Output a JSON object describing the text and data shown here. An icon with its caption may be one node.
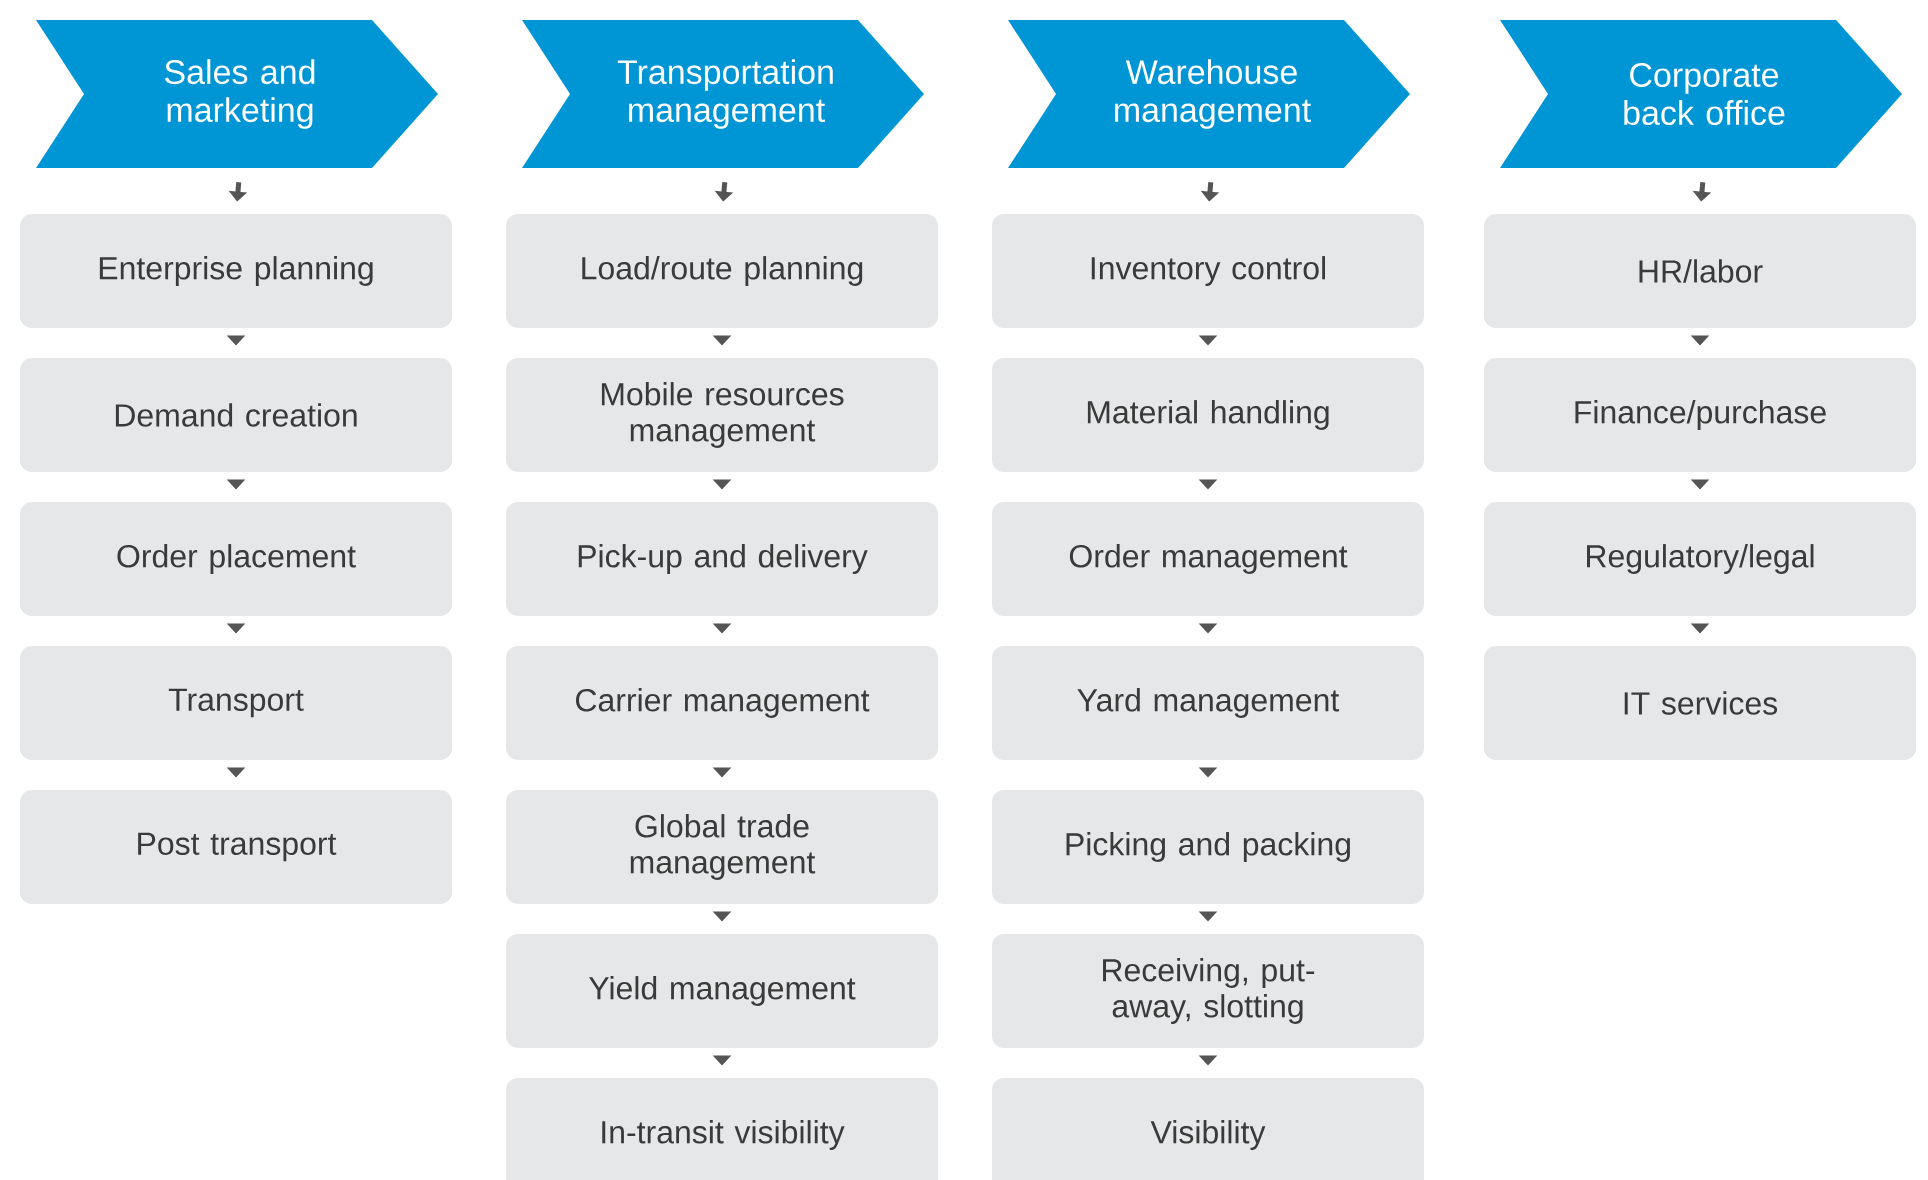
{
  "diagram": {
    "nodes": [
      {
        "text": [
          "Sales and marketing"
        ]
      },
      {
        "text": [
          "Enterprise planning"
        ]
      },
      {
        "text": [
          "Demand creation"
        ]
      },
      {
        "text": [
          "Order placement"
        ]
      },
      {
        "text": [
          "Transport"
        ]
      },
      {
        "text": [
          "Post transport"
        ]
      },
      {
        "text": [
          "Transportation management"
        ]
      },
      {
        "text": [
          "Load/route planning"
        ]
      },
      {
        "text": [
          "Mobile resources management"
        ]
      },
      {
        "text": [
          "Pick-up and delivery"
        ]
      },
      {
        "text": [
          "Carrier management"
        ]
      },
      {
        "text": [
          "Global trade management"
        ]
      },
      {
        "text": [
          "Yield management"
        ]
      },
      {
        "text": [
          "In-transit visibility"
        ]
      },
      {
        "text": [
          "Warehouse management"
        ]
      },
      {
        "text": [
          "Inventory control"
        ]
      },
      {
        "text": [
          "Material handling"
        ]
      },
      {
        "text": [
          "Order management"
        ]
      },
      {
        "text": [
          "Yard management"
        ]
      },
      {
        "text": [
          "Picking and packing"
        ]
      },
      {
        "text": [
          "Receiving, put-away, slotting"
        ]
      },
      {
        "text": [
          "Visibility"
        ]
      },
      {
        "text": [
          "Corporate back office"
        ]
      },
      {
        "text": [
          "HR/labor"
        ]
      },
      {
        "text": [
          "Finance/purchase"
        ]
      },
      {
        "text": [
          "Regulatory/legal"
        ]
      },
      {
        "text": [
          "IT services"
        ]
      }
    ],
    "edges": [
      {
        "from": 0,
        "to": 1,
        "arrow": "to"
      },
      {
        "from": 1,
        "to": 2,
        "arrow": "to"
      },
      {
        "from": 2,
        "to": 3,
        "arrow": "to"
      },
      {
        "from": 3,
        "to": 4,
        "arrow": "to"
      },
      {
        "from": 4,
        "to": 5,
        "arrow": "to"
      },
      {
        "from": 6,
        "to": 7,
        "arrow": "to"
      },
      {
        "from": 7,
        "to": 8,
        "arrow": "to"
      },
      {
        "from": 8,
        "to": 9,
        "arrow": "to"
      },
      {
        "from": 9,
        "to": 10,
        "arrow": "to"
      },
      {
        "from": 10,
        "to": 11,
        "arrow": "to"
      },
      {
        "from": 11,
        "to": 12,
        "arrow": "to"
      },
      {
        "from": 12,
        "to": 13,
        "arrow": "to"
      },
      {
        "from": 14,
        "to": 15,
        "arrow": "to"
      },
      {
        "from": 15,
        "to": 16,
        "arrow": "to"
      },
      {
        "from": 16,
        "to": 17,
        "arrow": "to"
      },
      {
        "from": 17,
        "to": 18,
        "arrow": "to"
      },
      {
        "from": 18,
        "to": 19,
        "arrow": "to"
      },
      {
        "from": 19,
        "to": 20,
        "arrow": "to"
      },
      {
        "from": 20,
        "to": 21,
        "arrow": "to"
      },
      {
        "from": 22,
        "to": 23,
        "arrow": "to"
      },
      {
        "from": 23,
        "to": 24,
        "arrow": "to"
      },
      {
        "from": 24,
        "to": 25,
        "arrow": "to"
      },
      {
        "from": 25,
        "to": 26,
        "arrow": "to"
      }
    ]
  }
}
